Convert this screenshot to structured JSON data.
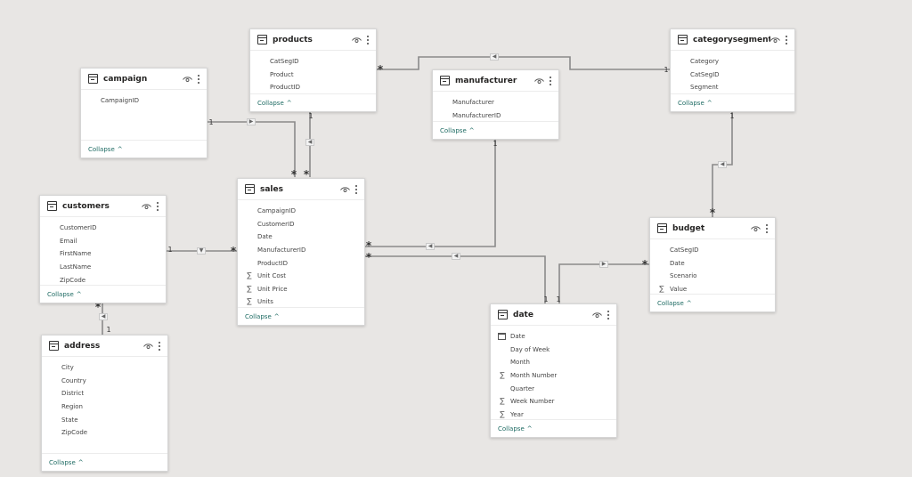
{
  "tables": {
    "campaign": {
      "title": "campaign",
      "fields": [
        "CampaignID"
      ],
      "collapse": "Collapse"
    },
    "products": {
      "title": "products",
      "fields": [
        "CatSegID",
        "Product",
        "ProductID"
      ],
      "collapse": "Collapse"
    },
    "manufacturer": {
      "title": "manufacturer",
      "fields": [
        "Manufacturer",
        "ManufacturerID"
      ],
      "collapse": "Collapse"
    },
    "categorysegment": {
      "title": "categorysegment",
      "fields": [
        "Category",
        "CatSegID",
        "Segment"
      ],
      "collapse": "Collapse"
    },
    "customers": {
      "title": "customers",
      "fields": [
        "CustomerID",
        "Email",
        "FirstName",
        "LastName",
        "ZipCode"
      ],
      "collapse": "Collapse"
    },
    "sales": {
      "title": "sales",
      "fields": [
        {
          "name": "CampaignID",
          "icon": ""
        },
        {
          "name": "CustomerID",
          "icon": ""
        },
        {
          "name": "Date",
          "icon": ""
        },
        {
          "name": "ManufacturerID",
          "icon": ""
        },
        {
          "name": "ProductID",
          "icon": ""
        },
        {
          "name": "Unit Cost",
          "icon": "sum-icon"
        },
        {
          "name": "Unit Price",
          "icon": "sum-icon"
        },
        {
          "name": "Units",
          "icon": "sum-icon"
        }
      ],
      "collapse": "Collapse"
    },
    "budget": {
      "title": "budget",
      "fields": [
        {
          "name": "CatSegID",
          "icon": ""
        },
        {
          "name": "Date",
          "icon": ""
        },
        {
          "name": "Scenario",
          "icon": ""
        },
        {
          "name": "Value",
          "icon": "sum-icon"
        }
      ],
      "collapse": "Collapse"
    },
    "address": {
      "title": "address",
      "fields": [
        "City",
        "Country",
        "District",
        "Region",
        "State",
        "ZipCode"
      ],
      "collapse": "Collapse"
    },
    "date": {
      "title": "date",
      "fields": [
        {
          "name": "Date",
          "icon": "calendar-icon"
        },
        {
          "name": "Day of Week",
          "icon": ""
        },
        {
          "name": "Month",
          "icon": ""
        },
        {
          "name": "Month Number",
          "icon": "sum-icon"
        },
        {
          "name": "Quarter",
          "icon": ""
        },
        {
          "name": "Week Number",
          "icon": "sum-icon"
        },
        {
          "name": "Year",
          "icon": "sum-icon"
        }
      ],
      "collapse": "Collapse"
    }
  },
  "cardinality": {
    "one": "1",
    "many": "*"
  },
  "icons": {
    "sum": "∑",
    "chevron_up": "^"
  },
  "colors": {
    "canvas": "#e8e6e4",
    "line": "#8a8a8a",
    "collapse_link": "#1e6b63"
  }
}
